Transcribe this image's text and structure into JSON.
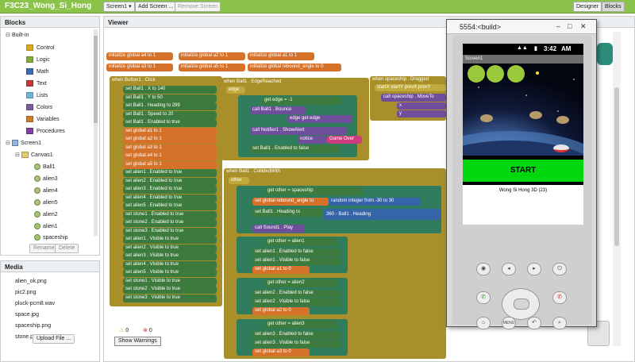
{
  "project": {
    "title": "F3C23_Wong_Si_Hong"
  },
  "toolbar": {
    "screen_select": "Screen1",
    "add_screen": "Add Screen ...",
    "remove_screen": "Remove Screen",
    "designer": "Designer",
    "blocks": "Blocks"
  },
  "blocks_panel": {
    "header": "Blocks",
    "builtin": "Built-in",
    "categories": [
      {
        "label": "Control",
        "color": "#d9a81f"
      },
      {
        "label": "Logic",
        "color": "#7dae32"
      },
      {
        "label": "Math",
        "color": "#3b6bb4"
      },
      {
        "label": "Text",
        "color": "#c33737"
      },
      {
        "label": "Lists",
        "color": "#6fb3d8"
      },
      {
        "label": "Colors",
        "color": "#7c5c9c"
      },
      {
        "label": "Variables",
        "color": "#d27a2c"
      },
      {
        "label": "Procedures",
        "color": "#7d3fa3"
      }
    ],
    "screen": "Screen1",
    "canvas": "Canvas1",
    "components": [
      "Ball1",
      "alien3",
      "alien4",
      "alien5",
      "alien2",
      "alien1",
      "spaceship"
    ],
    "rename": "Rename",
    "delete": "Delete"
  },
  "media_panel": {
    "header": "Media",
    "files": [
      "alien_ok.png",
      "pic2.png",
      "pluck-pcm8.wav",
      "space.jpg",
      "spaceship.png",
      "stone.png"
    ],
    "upload": "Upload File ..."
  },
  "viewer": {
    "header": "Viewer",
    "warnings_count": "0",
    "errors_count": "0",
    "show_warnings": "Show Warnings",
    "init_blocks": [
      "initialize global a4 to 1",
      "initialize global a3 to 1",
      "initialize global a2 to 1",
      "initialize global a5 to 1",
      "initialize global a1 to 1",
      "initialize global rebound_angle to 0"
    ],
    "button_click": {
      "header": "when Button1 . Click",
      "rows": [
        "set Ball1 . X to 140",
        "set Ball1 . Y to 50",
        "set Ball1 . Heading to 299",
        "set Ball1 . Speed to 20",
        "set Ball1 . Enabled to true",
        "set global a1 to 1",
        "set global a2 to 1",
        "set global a3 to 1",
        "set global a4 to 1",
        "set global a5 to 1",
        "set alien1 . Enabled to true",
        "set alien2 . Enabled to true",
        "set alien3 . Enabled to true",
        "set alien4 . Enabled to true",
        "set alien5 . Enabled to true",
        "set stone1 . Enabled to true",
        "set stone2 . Enabled to true",
        "set stone3 . Enabled to true",
        "set alien1 . Visible to true",
        "set alien2 . Visible to true",
        "set alien3 . Visible to true",
        "set alien4 . Visible to true",
        "set alien5 . Visible to true",
        "set stone1 . Visible to true",
        "set stone2 . Visible to true",
        "set stone3 . Visible to true"
      ]
    },
    "edge_reached": {
      "header": "when Ball1 . EdgeReached",
      "param": "edge",
      "if_cond": "get edge = -1",
      "then_call": "call Ball1 . Bounce",
      "edge_arg": "edge get edge",
      "else_call": "call Notifier1 . ShowAlert",
      "notice": "notice",
      "notice_text": "Game Over",
      "else_set": "set Ball1 . Enabled to false"
    },
    "dragged": {
      "header": "when spaceship . Dragged",
      "params": "startX startY prevX prevY",
      "body": "call spaceship . MoveTo",
      "x": "x",
      "y": "y"
    },
    "collided": {
      "header": "when Ball1 . CollidedWith",
      "param": "other",
      "if1": "get other = spaceship",
      "set_rebound": "set global rebound_angle to",
      "random": "random integer from -30 to 30",
      "set_heading": "set Ball1 . Heading to",
      "heading_expr": "360 - Ball1 . Heading",
      "sound": "call Sound1 . Play",
      "if2": "get other = alien1",
      "alien1_enabled": "set alien1 . Enabled to false",
      "alien1_visible": "set alien1 . Visible to false",
      "set_a1": "set global a1 to 0",
      "if3": "get other = alien2",
      "alien2_enabled": "set alien2 . Enabled to false",
      "alien2_visible": "set alien2 . Visible to false",
      "set_a2": "set global a2 to 0",
      "if4": "get other = alien3",
      "alien3_enabled": "set alien3 . Enabled to false",
      "alien3_visible": "set alien3 . Visible to false",
      "set_a3": "set global a3 to 0"
    }
  },
  "emulator": {
    "window_title": "5554:<build>",
    "time": "3:42",
    "ampm": "AM",
    "screen_title": "Screen1",
    "start_button": "START",
    "credit": "Wong Si Hong    3D (23)",
    "menu_key": "MENU"
  }
}
